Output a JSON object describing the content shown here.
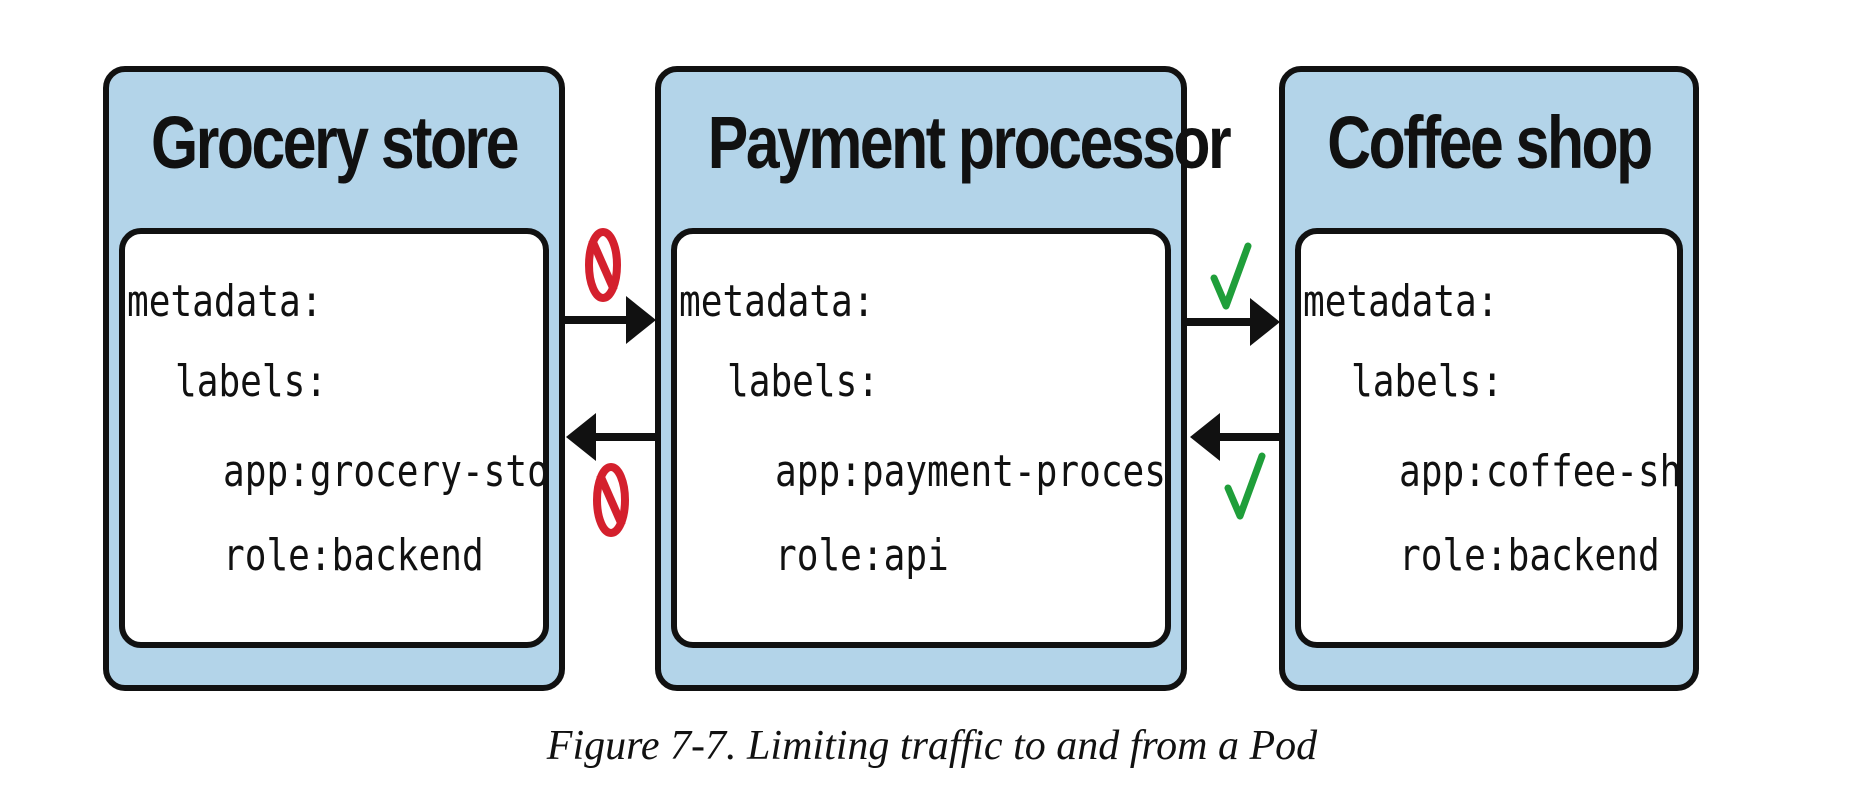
{
  "pods": [
    {
      "title": "Grocery store",
      "lines": [
        "metadata:",
        "labels:",
        "app:grocery-store",
        "role:backend"
      ]
    },
    {
      "title": "Payment processor",
      "lines": [
        "metadata:",
        "labels:",
        "app:payment-processor",
        "role:api"
      ]
    },
    {
      "title": "Coffee shop",
      "lines": [
        "metadata:",
        "labels:",
        "app:coffee-shop",
        "role:backend"
      ]
    }
  ],
  "connections": [
    {
      "from": "Grocery store",
      "to": "Payment processor",
      "status": "blocked",
      "icon": "prohibited-icon"
    },
    {
      "from": "Payment processor",
      "to": "Grocery store",
      "status": "blocked",
      "icon": "prohibited-icon"
    },
    {
      "from": "Payment processor",
      "to": "Coffee shop",
      "status": "allowed",
      "icon": "checkmark-icon"
    },
    {
      "from": "Coffee shop",
      "to": "Payment processor",
      "status": "allowed",
      "icon": "checkmark-icon"
    }
  ],
  "colors": {
    "pod_fill": "#b3d4e9",
    "outline": "#111111",
    "blocked": "#d4202d",
    "allowed": "#1f9e3a"
  },
  "caption": "Figure 7-7. Limiting traffic to and from a Pod"
}
